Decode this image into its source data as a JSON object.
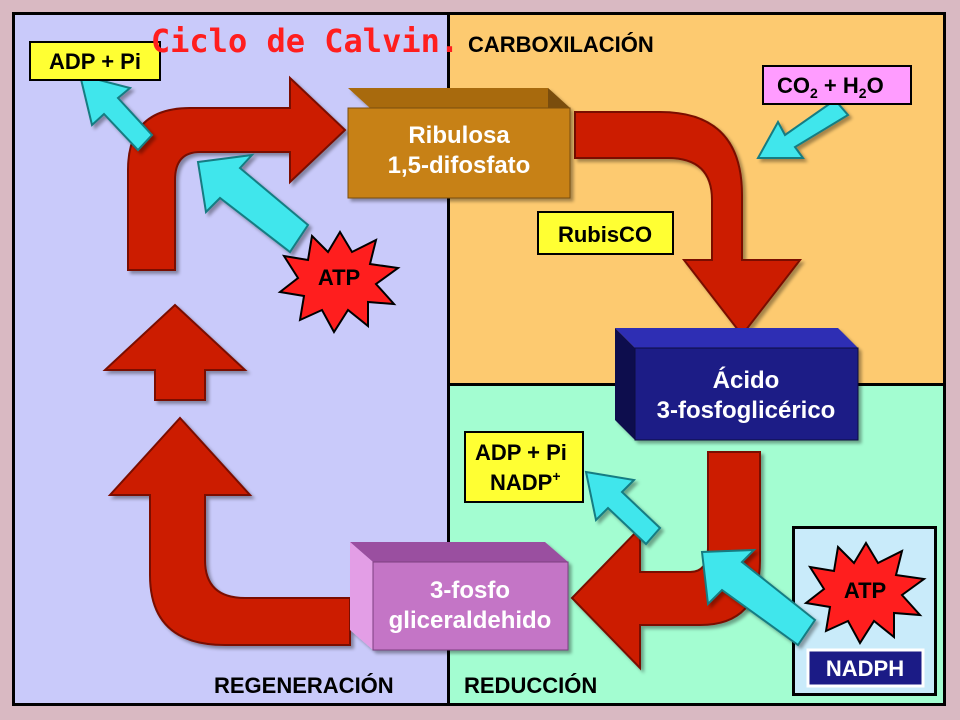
{
  "title": "Ciclo de Calvin.",
  "phases": {
    "carboxylation": "CARBOXILACIÓN",
    "reduction": "REDUCCIÓN",
    "regeneration": "REGENERACIÓN"
  },
  "molecules": {
    "ribulose": {
      "line1": "Ribulosa",
      "line2": "1,5-difosfato"
    },
    "pga": {
      "line1": "Ácido",
      "line2": "3-fosfoglicérico"
    },
    "g3p": {
      "line1": "3-fosfo",
      "line2": "gliceraldehido"
    }
  },
  "inputs": {
    "co2": {
      "a": "CO",
      "a_sub": "2",
      "b": " + H",
      "b_sub": "2",
      "c": "O"
    }
  },
  "enzyme": "RubisCO",
  "outputs": {
    "top_left": "ADP + Pi",
    "reduction_line1": "ADP + Pi",
    "reduction_line2": "NADP",
    "reduction_line2_sup": "+"
  },
  "energy": {
    "atp_regeneration": "ATP",
    "atp_reduction": "ATP",
    "nadph": "NADPH"
  },
  "colors": {
    "background": "#d9b9c2",
    "carboxylation_panel": "#fdca70",
    "reduction_panel": "#a3fdd1",
    "regeneration_panel": "#c9cafa",
    "nadph_panel": "#c9ebfa",
    "arrow_red": "#cc1f00",
    "arrow_cyan": "#3fe6ec",
    "ribulose_box": "#c78118",
    "pga_box": "#1b1b86",
    "g3p_box": "#c474c6",
    "label_yellow": "#ffff33",
    "label_pink": "#ff9cff",
    "title_red": "#ff1e1e"
  }
}
